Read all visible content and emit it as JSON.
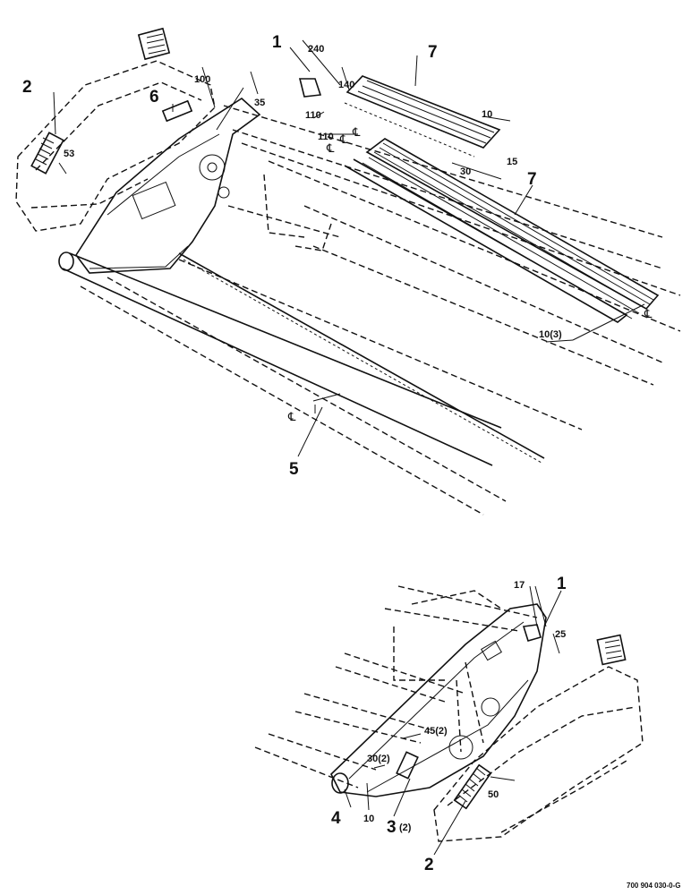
{
  "top_view": {
    "callouts": {
      "c1": "1",
      "c2": "2",
      "c5": "5",
      "c6": "6",
      "c7a": "7",
      "c7b": "7"
    },
    "dimensions": {
      "d240": "240",
      "d140": "140",
      "d100": "100",
      "d35": "35",
      "d53": "53",
      "d110a": "110",
      "d110b": "110",
      "d10": "10",
      "d30": "30",
      "d15": "15",
      "d10x3": "10(3)"
    },
    "centerline": "℄"
  },
  "bottom_view": {
    "callouts": {
      "c1": "1",
      "c2": "2",
      "c3": "3",
      "c3_qty": "(2)",
      "c4": "4"
    },
    "dimensions": {
      "d17": "17",
      "d25": "25",
      "d45": "45(2)",
      "d30": "30(2)",
      "d10": "10",
      "d50": "50"
    }
  },
  "drawing_id": "700 904 030-0-G"
}
